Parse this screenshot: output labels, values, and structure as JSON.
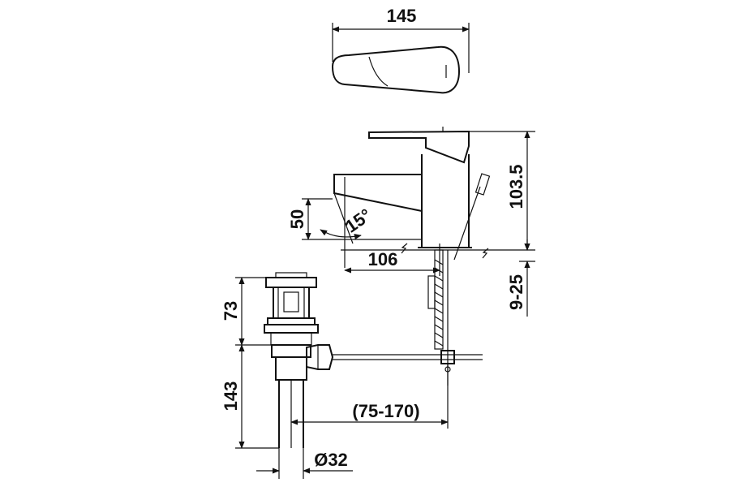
{
  "labels": {
    "width_top": "145",
    "height_total": "103.5",
    "height_spout": "50",
    "angle": "15°",
    "reach": "106",
    "deck_thickness": "9-25",
    "drain_top": "73",
    "drain_bottom": "143",
    "rod_distance": "(75-170)",
    "drain_diameter": "Ø32"
  }
}
